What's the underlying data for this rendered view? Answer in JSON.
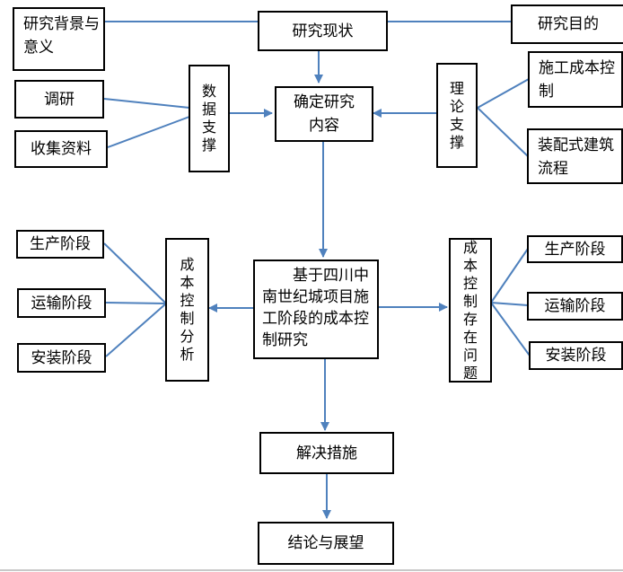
{
  "nodes": {
    "research_background": "研究背景与意义",
    "research_status": "研究现状",
    "research_purpose": "研究目的",
    "survey": "调研",
    "collect_data": "收集资料",
    "data_support": "数据支撑",
    "determine_content": "确定研究内容",
    "theory_support": "理论支撑",
    "construction_cost_control": "施工成本控制",
    "prefab_process": "装配式建筑流程",
    "left_production": "生产阶段",
    "left_transport": "运输阶段",
    "left_install": "安装阶段",
    "cost_analysis": "成本控制分析",
    "main_topic": "基于四川中南世纪城项目施工阶段的成本控制研究",
    "cost_problems": "成本控制存在问题",
    "right_production": "生产阶段",
    "right_transport": "运输阶段",
    "right_install": "安装阶段",
    "solutions": "解决措施",
    "conclusion": "结论与展望"
  },
  "colors": {
    "connector": "#4f81bd",
    "border": "#000000"
  }
}
